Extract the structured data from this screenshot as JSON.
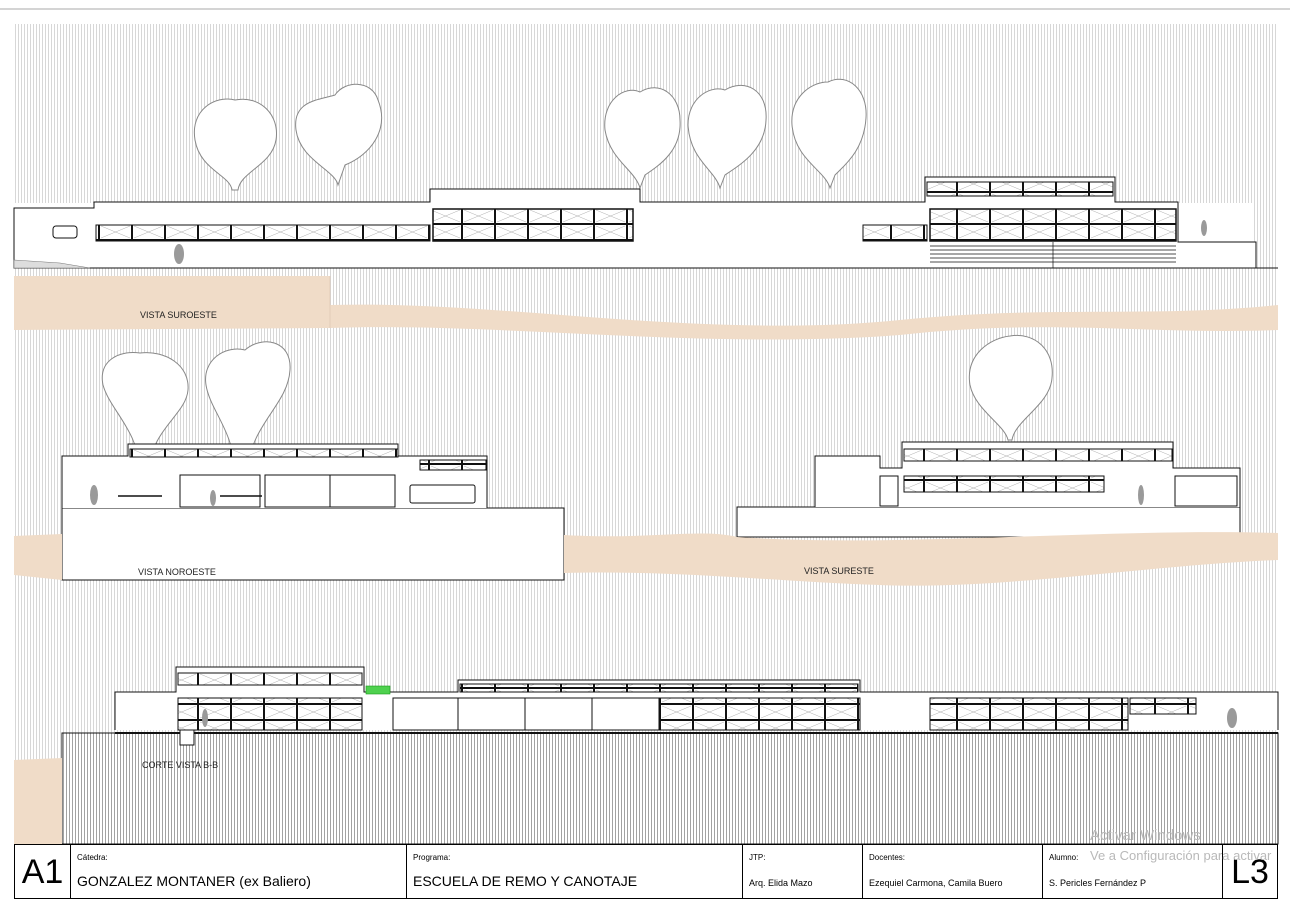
{
  "views": {
    "vista_suroeste": "VISTA SUROESTE",
    "vista_noroeste": "VISTA NOROESTE",
    "vista_sureste": "VISTA SURESTE",
    "corte_b_b": "CORTE VISTA B-B"
  },
  "title_block": {
    "sheet_left": "A1",
    "catedra_caption": "Cátedra:",
    "catedra_value": "GONZALEZ MONTANER (ex Baliero)",
    "programa_caption": "Programa:",
    "programa_value": "ESCUELA DE REMO Y CANOTAJE",
    "jtp_caption": "JTP:",
    "jtp_value": "Arq. Elida Mazo",
    "docentes_caption": "Docentes:",
    "docentes_value": "Ezequiel Carmona, Camila Buero",
    "alumno_caption": "Alumno:",
    "alumno_value": "S. Pericles Fernández P",
    "sheet_right": "L3"
  },
  "watermark": {
    "line1": "Activar Windows",
    "line2": "Ve a Configuración para activar"
  },
  "colors": {
    "ground": "#f0dcc8",
    "hatch": "#c6c6c6",
    "line": "#111111"
  }
}
